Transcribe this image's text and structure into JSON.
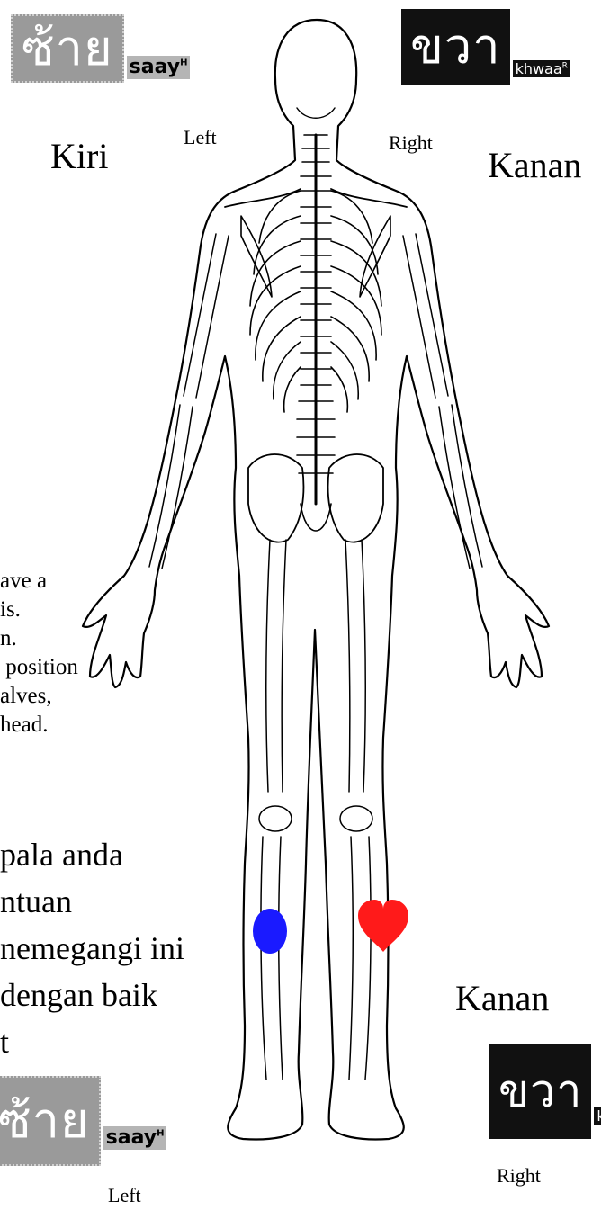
{
  "top_left": {
    "thai": "ซ้าย",
    "roman": "saay",
    "tone": "H",
    "english": "Left",
    "malay": "Kiri"
  },
  "top_right": {
    "thai": "ขวา",
    "roman": "khwaa",
    "tone": "R",
    "english": "Right",
    "malay": "Kanan"
  },
  "bottom_left": {
    "thai": "ซ้าย",
    "roman": "saay",
    "tone": "H",
    "english": "Left"
  },
  "bottom_right": {
    "thai": "ขวา",
    "roman": "kh",
    "english": "Right",
    "malay": "Kanan"
  },
  "english_text_lines": [
    "ave a",
    "is.",
    "n.",
    " position",
    "alves,",
    "head."
  ],
  "malay_text_lines": [
    "pala anda",
    "ntuan",
    "nemegangi ini",
    "dengan baik",
    "t"
  ],
  "markers": {
    "left_calf": {
      "shape": "circle",
      "color": "#1a1aff"
    },
    "right_calf": {
      "shape": "heart",
      "color": "#ff1a1a"
    }
  },
  "colors": {
    "thai_grey": "#9a9a9a",
    "thai_black": "#111111"
  }
}
